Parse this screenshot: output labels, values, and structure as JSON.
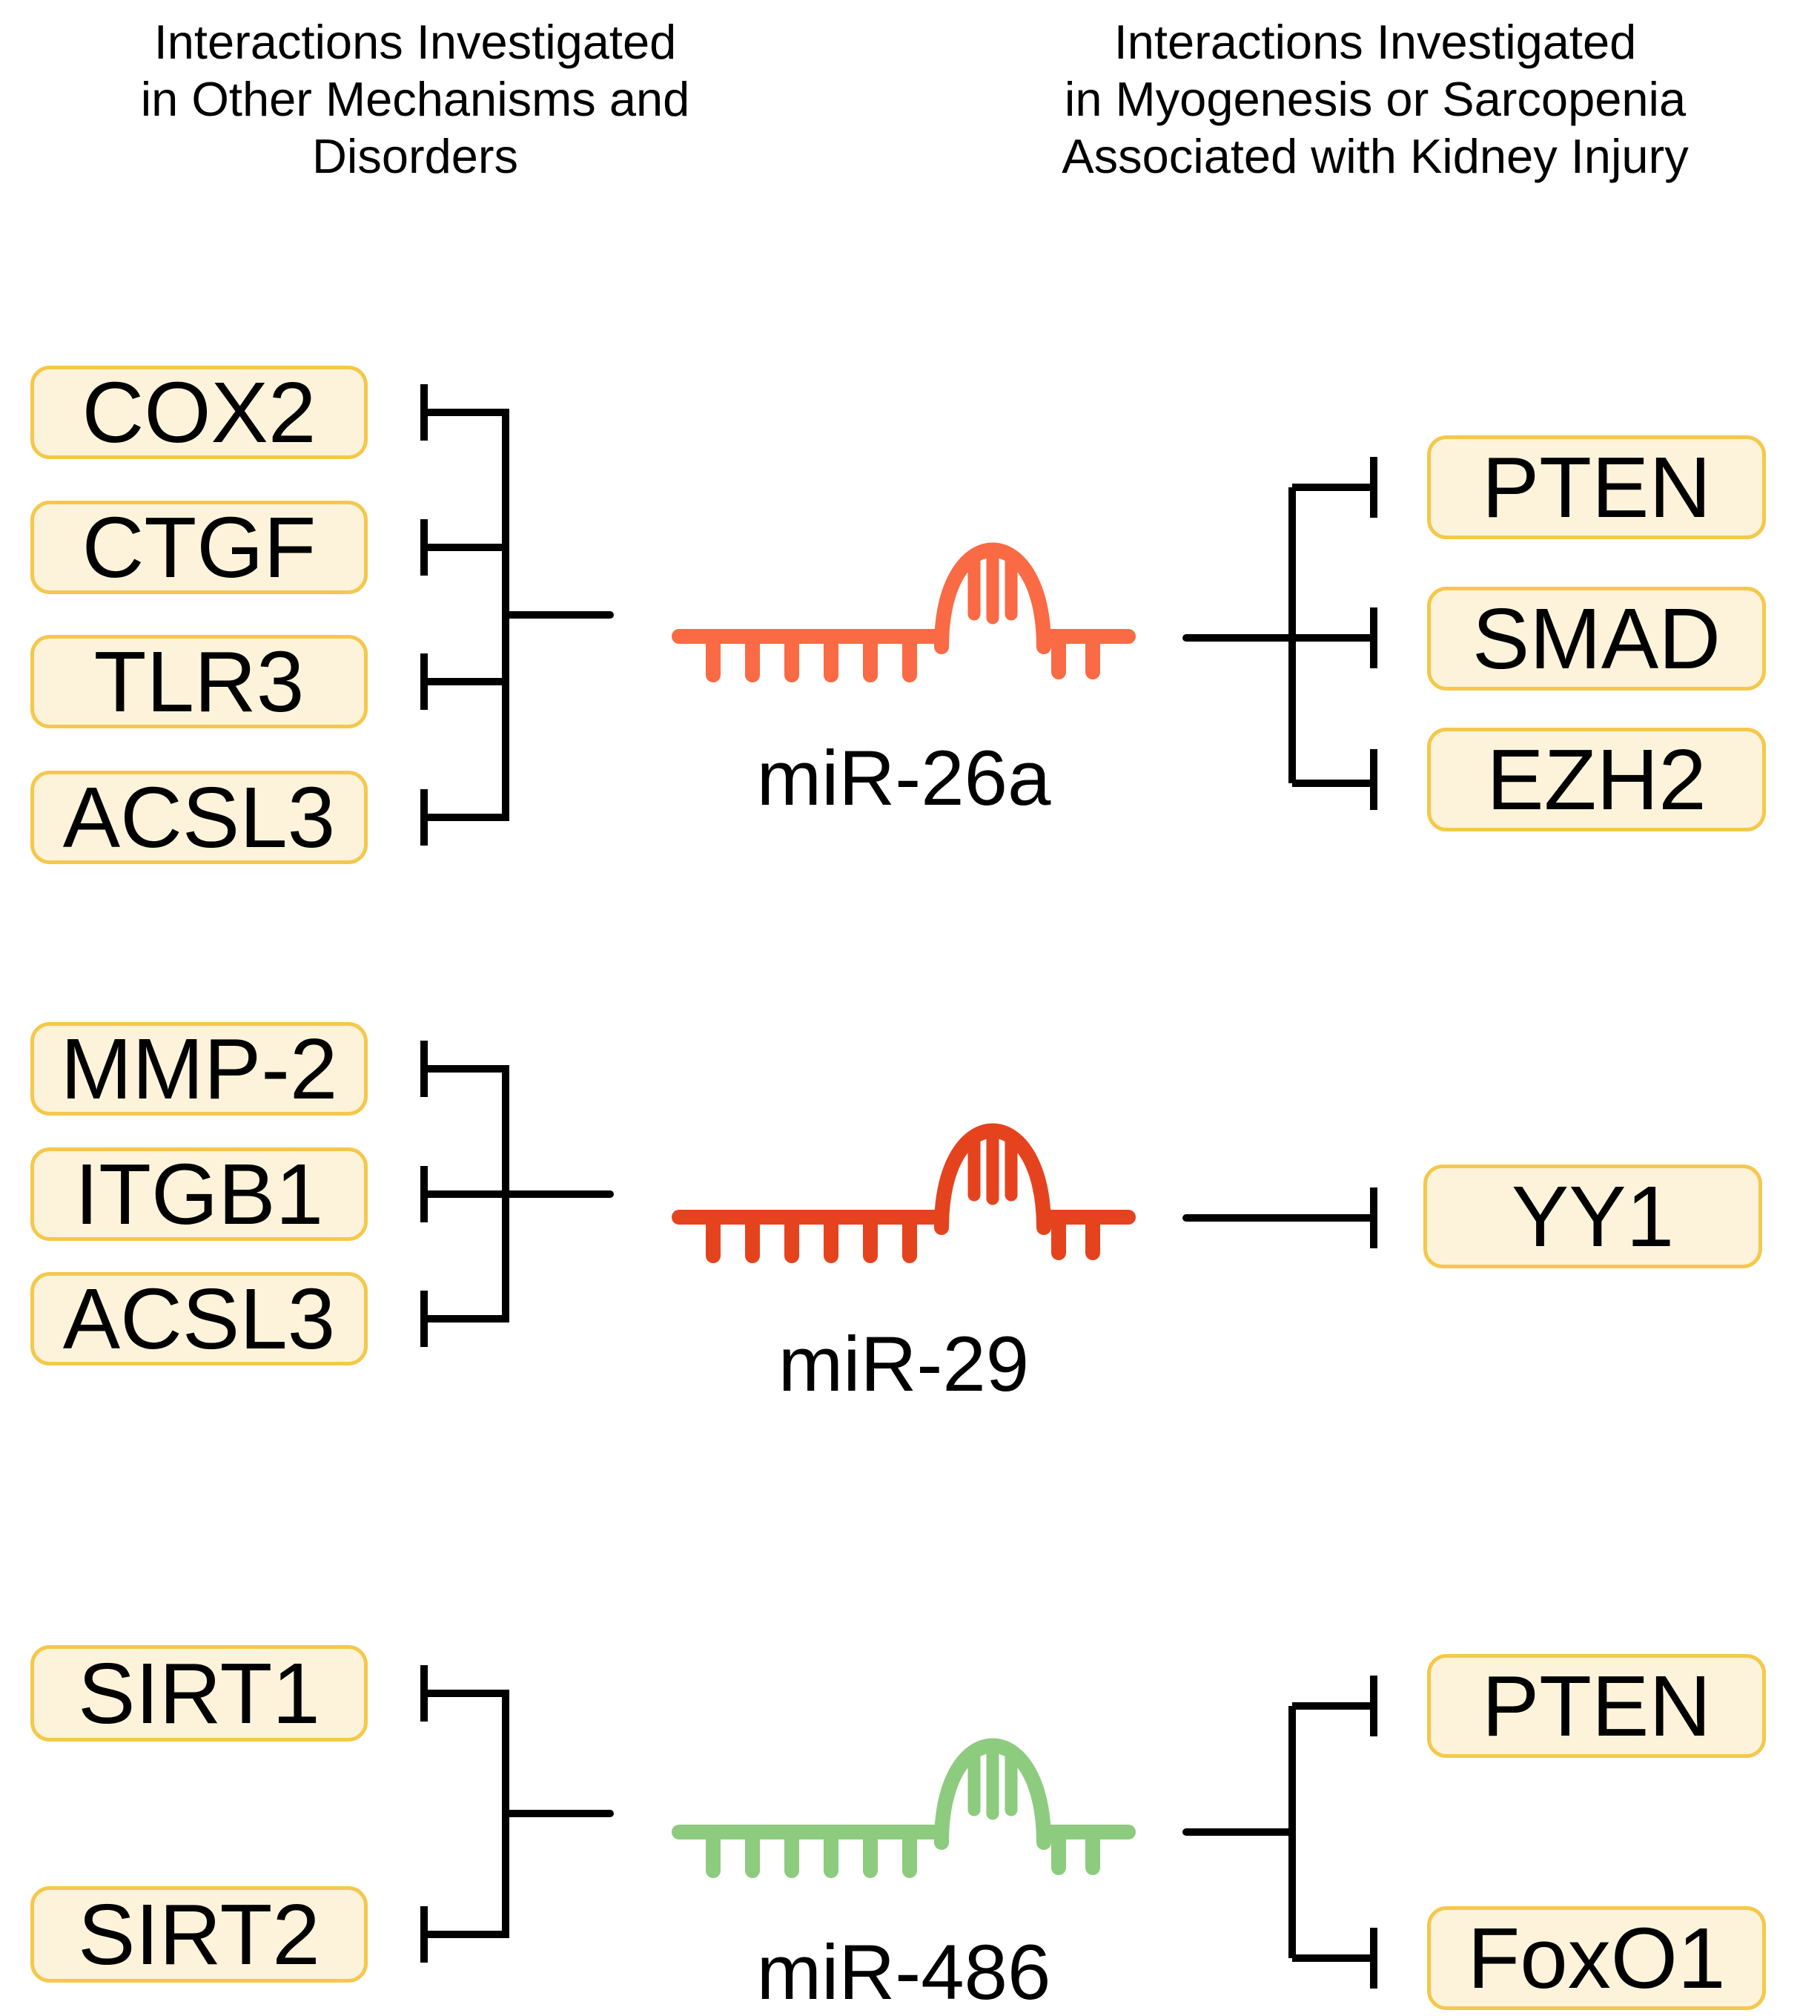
{
  "header_left": {
    "line1": "Interactions Investigated",
    "line2": "in Other Mechanisms and",
    "line3": "Disorders"
  },
  "header_right": {
    "line1": "Interactions Investigated",
    "line2": "in Myogenesis or Sarcopenia",
    "line3": "Associated with Kidney Injury"
  },
  "rows": [
    {
      "mirna": "miR-26a",
      "left_targets": [
        "COX2",
        "CTGF",
        "TLR3",
        "ACSL3"
      ],
      "right_targets": [
        "PTEN",
        "SMAD",
        "EZH2"
      ]
    },
    {
      "mirna": "miR-29",
      "left_targets": [
        "MMP-2",
        "ITGB1",
        "ACSL3"
      ],
      "right_targets": [
        "YY1"
      ]
    },
    {
      "mirna": "miR-486",
      "left_targets": [
        "SIRT1",
        "SIRT2"
      ],
      "right_targets": [
        "PTEN",
        "FoxO1"
      ]
    }
  ],
  "icons": {
    "mirna_symbol": "rna-hairpin-icon",
    "inhibition_end": "t-bar-inhibition-icon"
  },
  "colors": {
    "mir26a": "#FA6A44",
    "mir29": "#E5431E",
    "mir486": "#8DCB7E",
    "box_fill": "#FCF3DA",
    "box_border": "#F5C84B",
    "line": "#000000"
  }
}
